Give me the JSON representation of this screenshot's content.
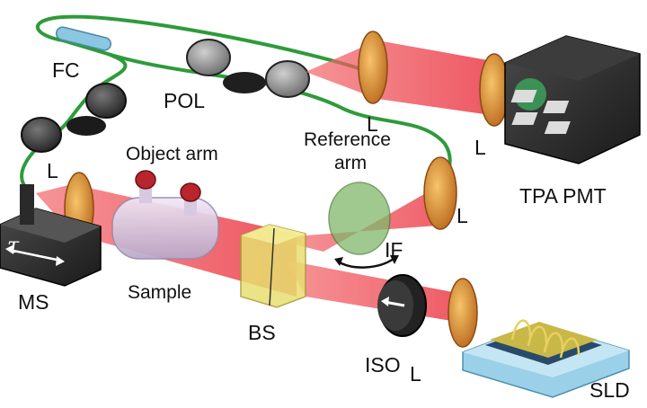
{
  "labels": {
    "fc": "FC",
    "pol": "POL",
    "l_top": "L",
    "l_tpa": "L",
    "l_left": "L",
    "l_ref": "L",
    "l_iso": "L",
    "tpa_pmt": "TPA PMT",
    "object_arm": "Object arm",
    "reference_arm_line1": "Reference",
    "reference_arm_line2": "arm",
    "if": "IF",
    "sample": "Sample",
    "bs": "BS",
    "ms": "MS",
    "tau": "τ",
    "iso": "ISO",
    "sld": "SLD"
  },
  "colors": {
    "beam": "#ee2f3c",
    "fiber": "#2e9b3a",
    "lens": "#d88a2a",
    "paddle": "#333333",
    "sample_cell": "#d8c8e0",
    "bs_cube": "#e8df70",
    "filter": "#7fb86a",
    "chip_base": "#9ad0e8",
    "dark_box": "#262626"
  }
}
